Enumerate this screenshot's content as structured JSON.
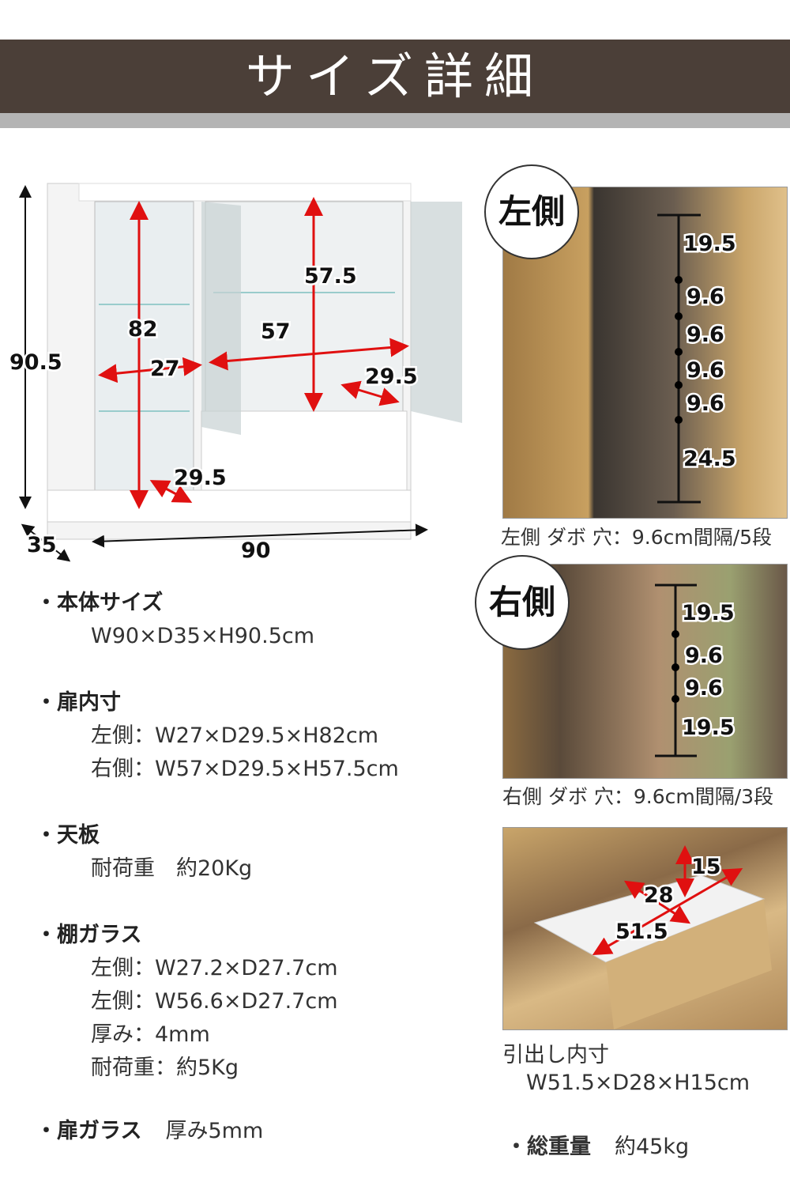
{
  "header": {
    "title": "サイズ詳細"
  },
  "diagram": {
    "height": "90.5",
    "depth": "35",
    "width": "90",
    "left_h": "82",
    "left_w": "27",
    "left_d": "29.5",
    "right_h": "57.5",
    "right_w": "57",
    "right_d": "29.5"
  },
  "specs": {
    "body": {
      "heading": "本体サイズ",
      "lines": [
        "W90×D35×H90.5cm"
      ]
    },
    "door_inner": {
      "heading": "扉内寸",
      "lines": [
        "左側：W27×D29.5×H82cm",
        "右側：W57×D29.5×H57.5cm"
      ]
    },
    "top": {
      "heading": "天板",
      "lines": [
        "耐荷重　約20Kg"
      ]
    },
    "shelf_glass": {
      "heading": "棚ガラス",
      "lines": [
        "左側：W27.2×D27.7cm",
        "左側：W56.6×D27.7cm",
        "厚み：4mm",
        "耐荷重：約5Kg"
      ]
    },
    "door_glass": {
      "heading": "扉ガラス",
      "value": "厚み5mm"
    }
  },
  "left_photo": {
    "badge": "左側",
    "marks": [
      "19.5",
      "9.6",
      "9.6",
      "9.6",
      "9.6",
      "24.5"
    ],
    "caption": "左側 ダボ 穴：9.6cm間隔/5段"
  },
  "right_photo": {
    "badge": "右側",
    "marks": [
      "19.5",
      "9.6",
      "9.6",
      "19.5"
    ],
    "caption": "右側 ダボ 穴：9.6cm間隔/3段"
  },
  "drawer": {
    "marks": {
      "h": "15",
      "d": "28",
      "w": "51.5"
    },
    "heading": "引出し内寸",
    "value": "W51.5×D28×H15cm"
  },
  "total_weight": {
    "label": "総重量",
    "value": "約45kg"
  },
  "colors": {
    "header": "#4b3f38",
    "arrow": "#e01010"
  }
}
